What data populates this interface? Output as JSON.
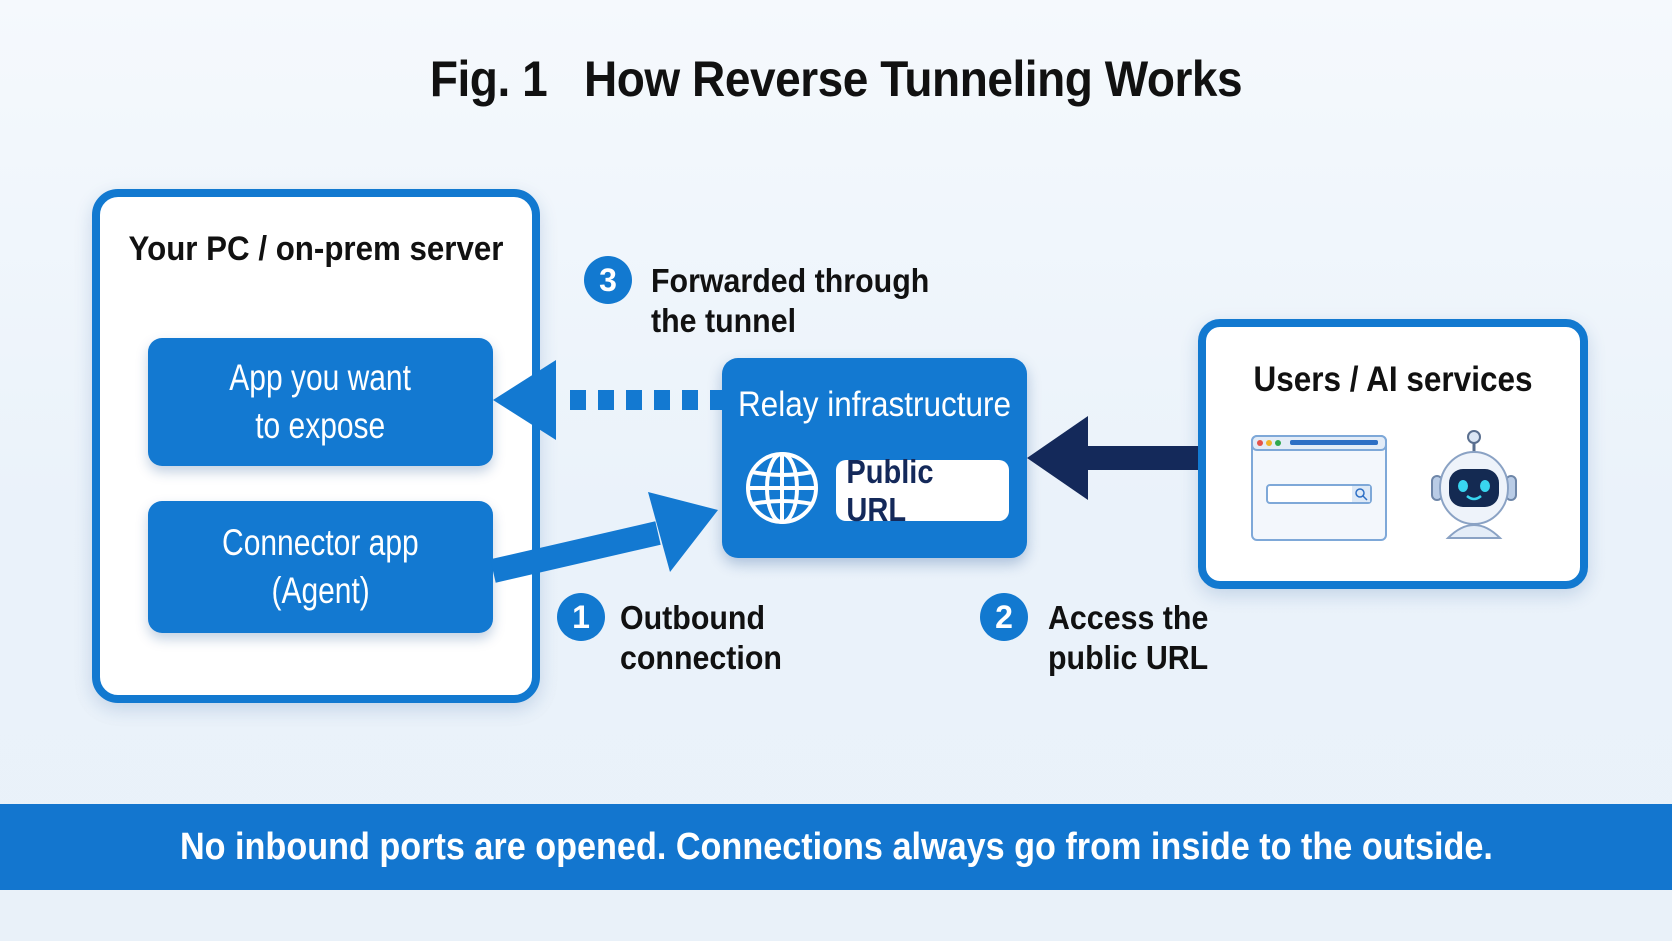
{
  "figure": {
    "label": "Fig. 1",
    "title": "How Reverse Tunneling Works"
  },
  "local": {
    "title": "Your PC / on-prem server",
    "app": {
      "line1": "App you want",
      "line2": "to expose"
    },
    "connector": {
      "line1": "Connector app",
      "line2": "(Agent)"
    }
  },
  "relay": {
    "title": "Relay infrastructure",
    "url": "Public URL"
  },
  "clients": {
    "title": "Users / AI services"
  },
  "steps": [
    {
      "number": "1",
      "line1": "Outbound",
      "line2": "connection"
    },
    {
      "number": "2",
      "line1": "Access the",
      "line2": "public URL"
    },
    {
      "number": "3",
      "line1": "Forwarded through",
      "line2": "the tunnel"
    }
  ],
  "footer": "No inbound ports are opened.  Connections always go from inside to the outside.",
  "colors": {
    "primary": "#1379d1",
    "dark_arrow": "#14295a",
    "banner": "#1376cf"
  },
  "icons": [
    "globe-icon",
    "browser-window-icon",
    "robot-icon"
  ]
}
